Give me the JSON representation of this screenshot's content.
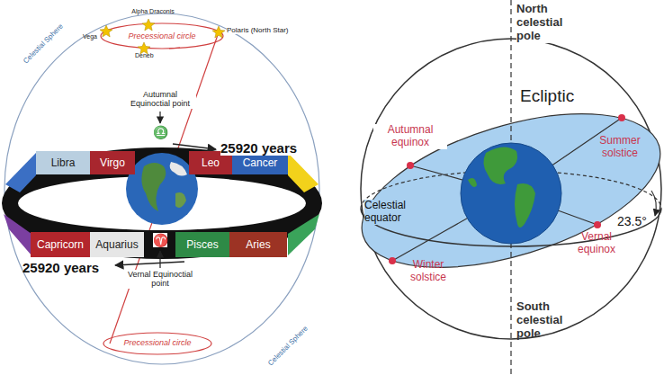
{
  "diagram": {
    "nodes": [
      {
        "text": [
          "Libra"
        ]
      },
      {
        "text": [
          "Virgo"
        ]
      },
      {
        "text": [
          "Leo"
        ]
      },
      {
        "text": [
          "Cancer"
        ]
      },
      {
        "text": [
          "Capricorn"
        ]
      },
      {
        "text": [
          "Aquarius"
        ]
      },
      {
        "text": [
          "Pisces"
        ]
      },
      {
        "text": [
          "Aries"
        ]
      }
    ],
    "labels": [
      "Alpha Draconis",
      "Vega",
      "Precessional circle",
      "Deneb",
      "Polaris (North Star)",
      "Celestial Sphere",
      "Autumnal Equinoctial point",
      "♎",
      "25920 years",
      "♈",
      "25920 years",
      "Vernal Equinoctial point",
      "Precessional circle",
      "Celestial Sphere",
      "North celestial pole",
      "Ecliptic",
      "Autumnal equinox",
      "Summer solstice",
      "Celestial equator",
      "23.5°",
      "Vernal equinox",
      "Winter solstice",
      "South celestial pole"
    ]
  }
}
